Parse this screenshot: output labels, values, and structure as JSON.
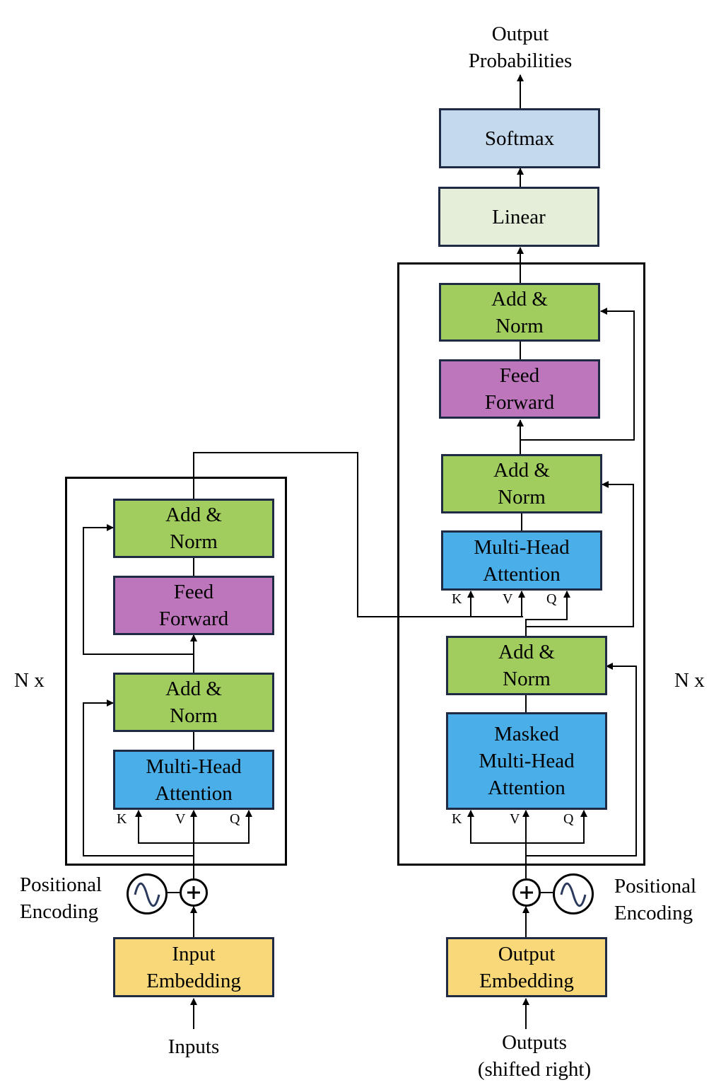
{
  "top": {
    "output_line1": "Output",
    "output_line2": "Probabilities"
  },
  "decoder_head": {
    "softmax": "Softmax",
    "linear": "Linear"
  },
  "encoder": {
    "repeat": "N x",
    "add_norm_1": [
      "Add &",
      "Norm"
    ],
    "feed_forward": [
      "Feed",
      "Forward"
    ],
    "add_norm_2": [
      "Add &",
      "Norm"
    ],
    "attention": [
      "Multi-Head",
      "Attention"
    ],
    "k": "K",
    "v": "V",
    "q": "Q",
    "positional": [
      "Positional",
      "Encoding"
    ],
    "embedding": [
      "Input",
      "Embedding"
    ],
    "input_label": "Inputs"
  },
  "decoder": {
    "repeat": "N x",
    "add_norm_top": [
      "Add &",
      "Norm"
    ],
    "feed_forward": [
      "Feed",
      "Forward"
    ],
    "add_norm_mid": [
      "Add &",
      "Norm"
    ],
    "cross_attention": [
      "Multi-Head",
      "Attention"
    ],
    "add_norm_bottom": [
      "Add &",
      "Norm"
    ],
    "masked_attention": [
      "Masked",
      "Multi-Head",
      "Attention"
    ],
    "k": "K",
    "v": "V",
    "q": "Q",
    "positional": [
      "Positional",
      "Encoding"
    ],
    "embedding": [
      "Output",
      "Embedding"
    ],
    "output_label": [
      "Outputs",
      "(shifted right)"
    ]
  },
  "icons": {
    "plus": "plus-circle-icon",
    "wave": "sine-wave-icon"
  },
  "colors": {
    "add_norm": "#a1cc5e",
    "feed_forward": "#bd76bc",
    "attention": "#4aaee8",
    "embedding": "#f8d878",
    "softmax": "#c5d9ec",
    "linear": "#e4eed8",
    "border": "#1f2a44"
  }
}
